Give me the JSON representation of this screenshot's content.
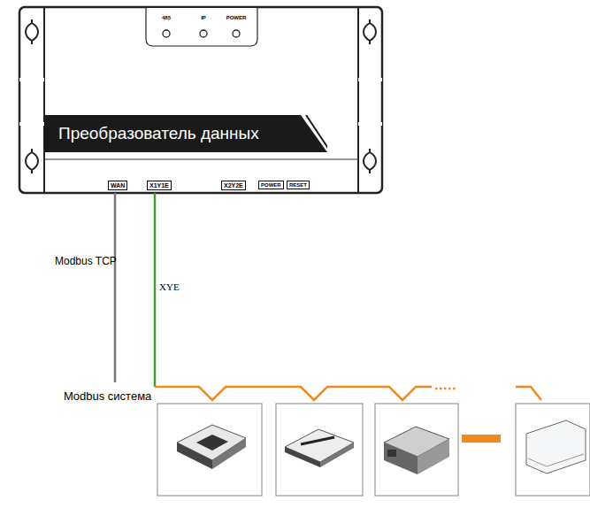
{
  "diagram": {
    "nodes": [
      {
        "text": [
          "Преобразователь данных"
        ]
      }
    ],
    "labels": [
      "485",
      "IP",
      "POWER",
      "WAN",
      "X1Y1E",
      "X2Y2E",
      "POWER",
      "RESET",
      "Modbus TCP",
      "XYE",
      "Modbus система"
    ]
  }
}
